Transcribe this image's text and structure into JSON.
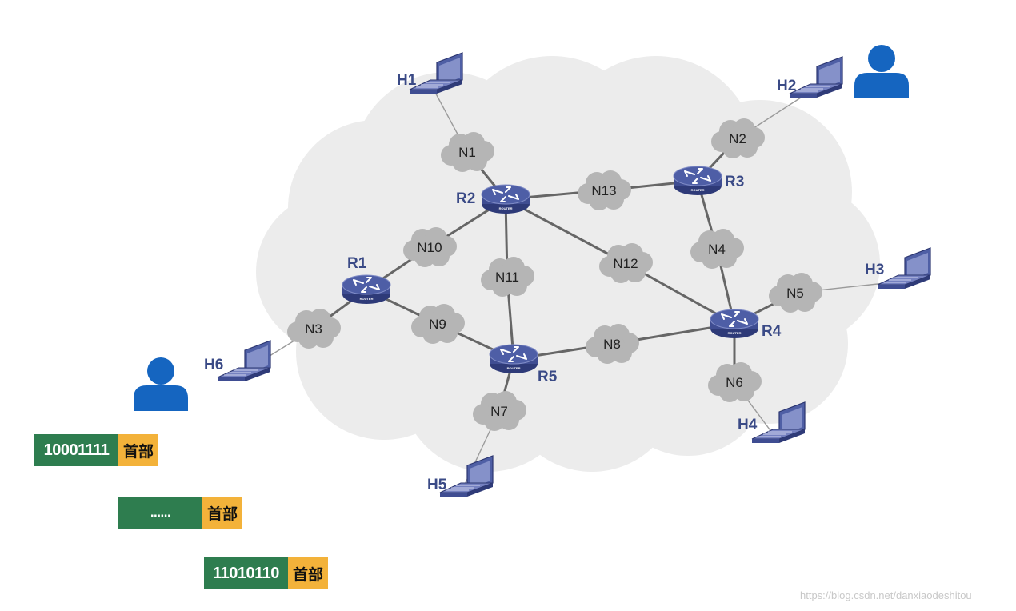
{
  "colors": {
    "cloud": "#ececec",
    "net_blob": "#b5b5b5",
    "link": "#666666",
    "router_fill": "#4e5ea6",
    "host_label": "#3a4a86",
    "user_icon": "#1565c0",
    "packet_payload": "#2e7d4f",
    "packet_header": "#f3b23a"
  },
  "hosts": [
    {
      "id": "H1",
      "label": "H1"
    },
    {
      "id": "H2",
      "label": "H2"
    },
    {
      "id": "H3",
      "label": "H3"
    },
    {
      "id": "H4",
      "label": "H4"
    },
    {
      "id": "H5",
      "label": "H5"
    },
    {
      "id": "H6",
      "label": "H6"
    }
  ],
  "routers": [
    {
      "id": "R1",
      "label": "R1",
      "sub": "ROUTER"
    },
    {
      "id": "R2",
      "label": "R2",
      "sub": "ROUTER"
    },
    {
      "id": "R3",
      "label": "R3",
      "sub": "ROUTER"
    },
    {
      "id": "R4",
      "label": "R4",
      "sub": "ROUTER"
    },
    {
      "id": "R5",
      "label": "R5",
      "sub": "ROUTER"
    }
  ],
  "networks": [
    {
      "id": "N1",
      "label": "N1"
    },
    {
      "id": "N2",
      "label": "N2"
    },
    {
      "id": "N3",
      "label": "N3"
    },
    {
      "id": "N4",
      "label": "N4"
    },
    {
      "id": "N5",
      "label": "N5"
    },
    {
      "id": "N6",
      "label": "N6"
    },
    {
      "id": "N7",
      "label": "N7"
    },
    {
      "id": "N8",
      "label": "N8"
    },
    {
      "id": "N9",
      "label": "N9"
    },
    {
      "id": "N10",
      "label": "N10"
    },
    {
      "id": "N11",
      "label": "N11"
    },
    {
      "id": "N12",
      "label": "N12"
    },
    {
      "id": "N13",
      "label": "N13"
    }
  ],
  "links": [
    [
      "H1",
      "N1"
    ],
    [
      "N1",
      "R2"
    ],
    [
      "R2",
      "N13"
    ],
    [
      "N13",
      "R3"
    ],
    [
      "R3",
      "N2"
    ],
    [
      "N2",
      "H2"
    ],
    [
      "R3",
      "N4"
    ],
    [
      "N4",
      "R4"
    ],
    [
      "R4",
      "N5"
    ],
    [
      "N5",
      "H3"
    ],
    [
      "R4",
      "N6"
    ],
    [
      "N6",
      "H4"
    ],
    [
      "R4",
      "N8"
    ],
    [
      "N8",
      "R5"
    ],
    [
      "R5",
      "N7"
    ],
    [
      "N7",
      "H5"
    ],
    [
      "R5",
      "N11"
    ],
    [
      "N11",
      "R2"
    ],
    [
      "R2",
      "N12"
    ],
    [
      "N12",
      "R4"
    ],
    [
      "R2",
      "N10"
    ],
    [
      "N10",
      "R1"
    ],
    [
      "R1",
      "N9"
    ],
    [
      "N9",
      "R5"
    ],
    [
      "R1",
      "N3"
    ],
    [
      "N3",
      "H6"
    ]
  ],
  "users": [
    {
      "id": "user-top-right"
    },
    {
      "id": "user-bottom-left"
    }
  ],
  "packets": [
    {
      "payload": "10001111",
      "header": "首部"
    },
    {
      "payload": "......",
      "header": "首部"
    },
    {
      "payload": "11010110",
      "header": "首部"
    }
  ],
  "watermark": "https://blog.csdn.net/danxiaodeshitou"
}
